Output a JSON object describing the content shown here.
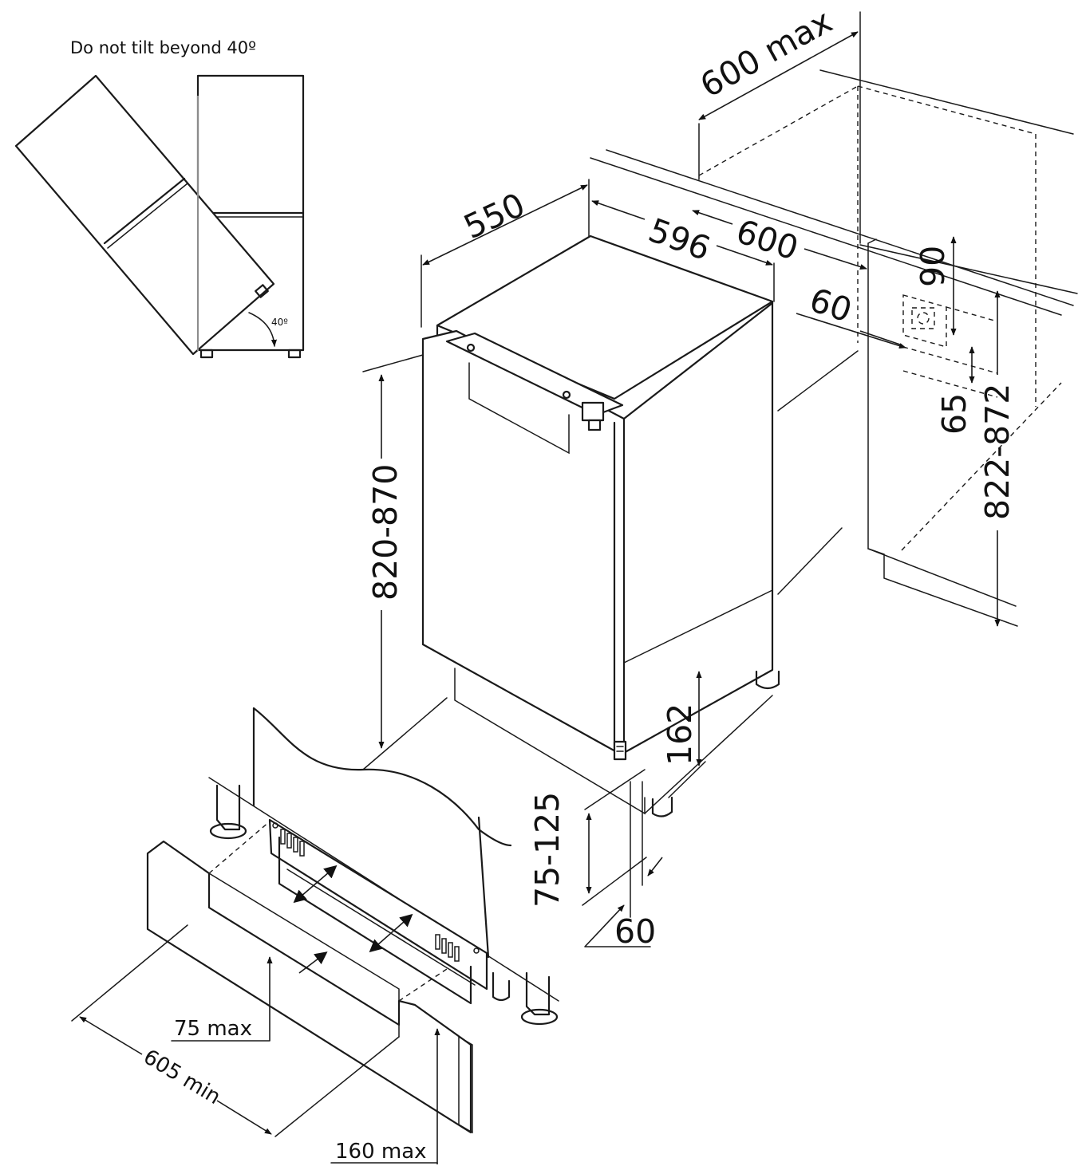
{
  "note": {
    "tilt_warning": "Do not tilt beyond 40º",
    "tilt_angle": "40º"
  },
  "dimensions": {
    "cabinet_depth_max": "600 max",
    "appliance_depth": "550",
    "appliance_width": "596",
    "niche_width": "600",
    "vent_offset": "60",
    "socket_height": "90",
    "socket_offset": "65",
    "niche_height": "822-872",
    "appliance_height": "820-870",
    "door_bottom_gap": "162",
    "plinth_range": "75-125",
    "plinth_depth": "60",
    "plinth_height_max": "75 max",
    "plinth_width_min": "605 min",
    "plinth_board_max": "160 max"
  }
}
